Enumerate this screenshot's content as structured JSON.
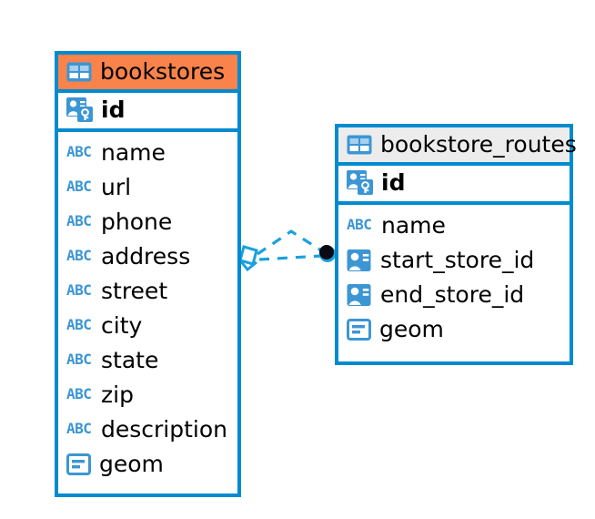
{
  "diagram": {
    "type": "entity-relationship-diagram",
    "background_color": "#FFFFFF",
    "accent_blue": "#008BD0",
    "accent_orange": "#F9834B",
    "header_gray": "#ECECEC",
    "icon_blue": "#3C96D4",
    "connector_color": "#1BA1DC",
    "connector_endpoint_color": "#0A0A14"
  },
  "tables": [
    {
      "name": "bookstores",
      "header_icon": "table-grid-icon",
      "header_style": "orange",
      "primary_key": {
        "label": "id",
        "icon": "primary-key-card-icon"
      },
      "fields": [
        {
          "label": "name",
          "icon": "abc-text-icon"
        },
        {
          "label": "url",
          "icon": "abc-text-icon"
        },
        {
          "label": "phone",
          "icon": "abc-text-icon"
        },
        {
          "label": "address",
          "icon": "abc-text-icon"
        },
        {
          "label": "street",
          "icon": "abc-text-icon"
        },
        {
          "label": "city",
          "icon": "abc-text-icon"
        },
        {
          "label": "state",
          "icon": "abc-text-icon"
        },
        {
          "label": "zip",
          "icon": "abc-text-icon"
        },
        {
          "label": "description",
          "icon": "abc-text-icon"
        },
        {
          "label": "geom",
          "icon": "geometry-icon"
        }
      ]
    },
    {
      "name": "bookstore_routes",
      "header_icon": "table-grid-icon",
      "header_style": "gray",
      "primary_key": {
        "label": "id",
        "icon": "primary-key-card-icon"
      },
      "fields": [
        {
          "label": "name",
          "icon": "abc-text-icon"
        },
        {
          "label": "start_store_id",
          "icon": "foreign-key-card-icon"
        },
        {
          "label": "end_store_id",
          "icon": "foreign-key-card-icon"
        },
        {
          "label": "geom",
          "icon": "geometry-icon"
        }
      ]
    }
  ],
  "relationships": [
    {
      "from_table": "bookstores",
      "to_table": "bookstore_routes",
      "from_endpoint": "diamond",
      "to_endpoint": "filled-circle",
      "line_style": "dashed",
      "path": "arc"
    },
    {
      "from_table": "bookstores",
      "to_table": "bookstore_routes",
      "from_endpoint": "diamond",
      "to_endpoint": "filled-circle",
      "line_style": "dashed",
      "path": "straight"
    }
  ]
}
